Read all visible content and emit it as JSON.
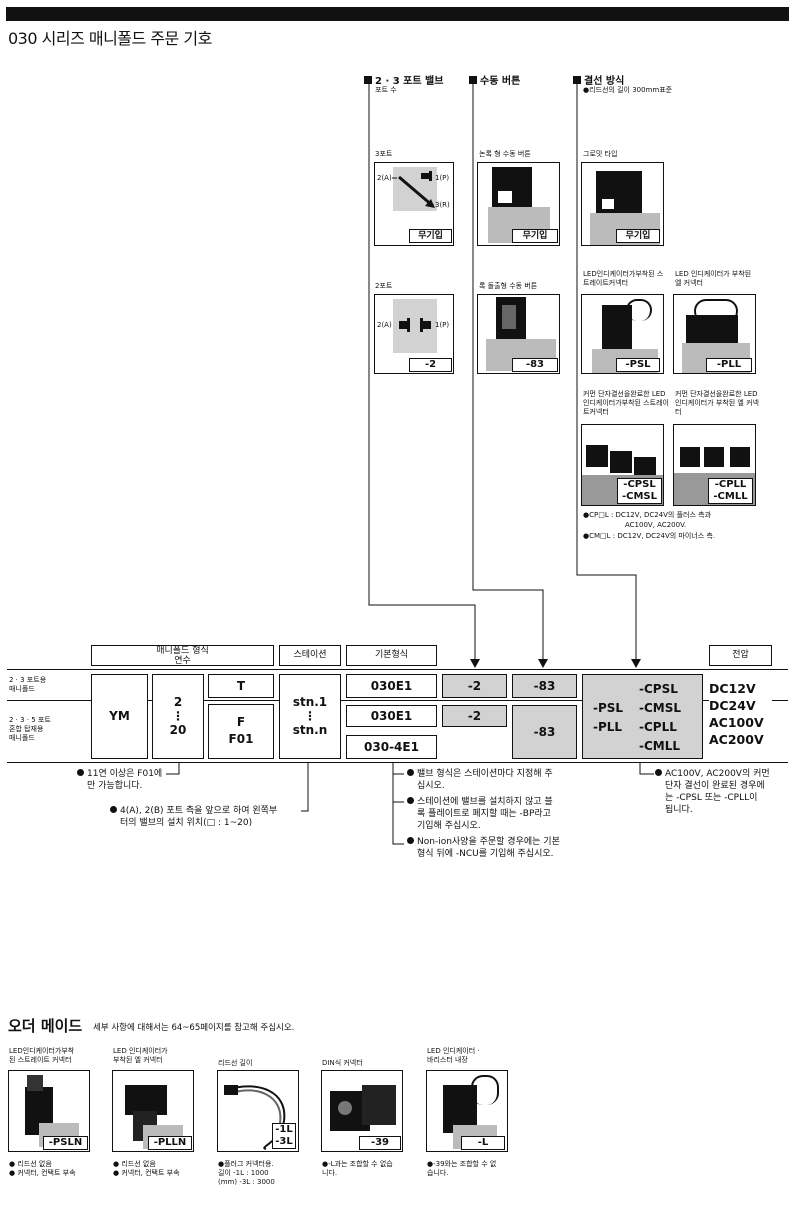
{
  "title": "030 시리즈 매니폴드 주문 기호",
  "sections": {
    "port_valve": {
      "heading": "2 · 3 포트 밸브",
      "sub": "포트 수"
    },
    "manual": {
      "heading": "수동 버튼"
    },
    "wiring": {
      "heading": "결선 방식",
      "sub": "●리드선의 길이 300mm표준"
    }
  },
  "port_options": [
    {
      "label": "3포트",
      "code": "무기입",
      "p1": "2(A)",
      "p2": "1(P)",
      "p3": "3(R)"
    },
    {
      "label": "2포트",
      "code": "-2",
      "p1": "2(A)",
      "p2": "1(P)"
    }
  ],
  "manual_options": [
    {
      "label": "논록 형 수동 버튼",
      "code": "무기입"
    },
    {
      "label": "록 돌출형 수동 버튼",
      "code": "-83"
    }
  ],
  "wiring_options": [
    {
      "label": "그로밋 타입",
      "code": "무기입"
    },
    {
      "label": "LED인디케이터가부착된 스트레이트커넥터",
      "code": "-PSL"
    },
    {
      "label": "LED 인디케이터가 부착된 엘 커넥터",
      "code": "-PLL"
    },
    {
      "label": "커먼 단자결선을완료한 LED인디케이터가부착된 스트레이트커넥터",
      "code1": "-CPSL",
      "code2": "-CMSL"
    },
    {
      "label": "커먼 단자결선을완료한 LED 인디케이터가 부착된 엘 커넥터",
      "code1": "-CPLL",
      "code2": "-CMLL"
    }
  ],
  "wiring_notes": {
    "cp": "●CP□L : DC12V, DC24V의 플러스 측과",
    "cp2": "AC100V, AC200V.",
    "cm": "●CM□L : DC12V, DC24V의 마이너스 측."
  },
  "table": {
    "headers": {
      "manifold": "매니폴드 형식",
      "stations_count": "연수",
      "station": "스테이션",
      "base": "기본형식",
      "voltage": "전압"
    },
    "row_labels": {
      "r1a": "2 · 3 포트용",
      "r1b": "매니폴드",
      "r2a": "2 · 3 · 5 포트",
      "r2b": "혼합 탑재용",
      "r2c": "매니폴드"
    },
    "ym": "YM",
    "count": {
      "a": "2",
      "dots": "⋮",
      "b": "20"
    },
    "type1": "T",
    "type2a": "F",
    "type2b": "F01",
    "stn": {
      "a": "stn.1",
      "dots": "⋮",
      "b": "stn.n"
    },
    "base": [
      "030E1",
      "030E1",
      "030-4E1"
    ],
    "port": [
      "-2",
      "-2"
    ],
    "manual": [
      "-83",
      "-83"
    ],
    "wiring": {
      "col1a": "-PSL",
      "col1b": "-PLL",
      "col2a": "-CPSL",
      "col2b": "-CMSL",
      "col2c": "-CPLL",
      "col2d": "-CMLL"
    },
    "voltage": [
      "DC12V",
      "DC24V",
      "AC100V",
      "AC200V"
    ]
  },
  "notes": {
    "n1a": "11연 이상은 F01에",
    "n1b": "만 가능합니다.",
    "n2a": "4(A), 2(B) 포트 측을 앞으로 하여 왼쪽부",
    "n2b": "터의 밸브의 설치 위치(□ : 1~20)",
    "n3a": "밸브 형식은 스테이션마다 지정해 주",
    "n3b": "십시오.",
    "n4a": "스테이션에 밸브를 설치하지 않고 블",
    "n4b": "록 플레이트로 폐지할 때는 -BP라고",
    "n4c": "기입해 주십시오.",
    "n5a": "Non-ion사양을 주문할 경우에는 기본",
    "n5b": "형식 뒤에 -NCU를 기입해 주십시오.",
    "n6a": "AC100V, AC200V의 커먼",
    "n6b": "단자 결선이 완료된 경우에",
    "n6c": "는 -CPSL 또는 -CPLL이",
    "n6d": "됩니다."
  },
  "order_made": {
    "heading": "오더 메이드",
    "sub": "세부 사항에 대해서는 64~65페이지를 참고해 주십시오.",
    "items": [
      {
        "label1": "LED인디케이터가부착",
        "label2": "된 스트레이트 커넥터",
        "code": "-PSLN",
        "n1": "● 리드선 없음",
        "n2": "● 커넥터, 컨택트 부속"
      },
      {
        "label1": "LED 인디케이터가",
        "label2": "부착된 엘 커넥터",
        "code": "-PLLN",
        "n1": "● 리드선 없음",
        "n2": "● 커넥터, 컨택트 부속"
      },
      {
        "label1": "리드선 길이",
        "label2": "",
        "code": "-1L",
        "code2": "-3L",
        "n1": "●플러그 커넥터용.",
        "n2": "길이   -1L : 1000",
        "n3": "(mm)  -3L : 3000"
      },
      {
        "label1": "DIN식 커넥터",
        "label2": "",
        "code": "-39",
        "n1": "●-L과는 조합할 수 없습",
        "n2": "니다."
      },
      {
        "label1": "LED 인디케이터 ·",
        "label2": "바리스터 내장",
        "code": "-L",
        "n1": "●-39와는 조합할 수 없",
        "n2": "습니다."
      }
    ]
  }
}
